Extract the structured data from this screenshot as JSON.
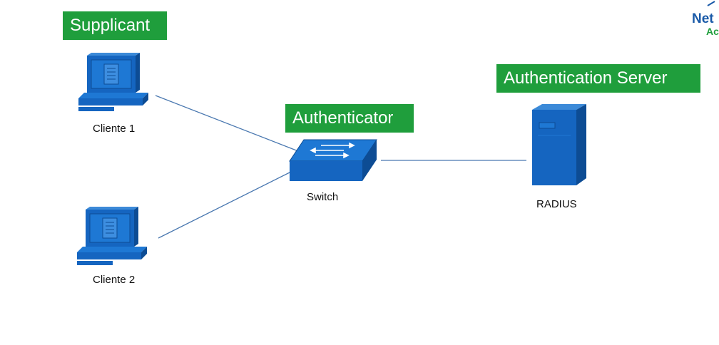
{
  "labels": {
    "supplicant": "Supplicant",
    "authenticator": "Authenticator",
    "auth_server": "Authentication Server"
  },
  "nodes": {
    "client1": "Cliente 1",
    "client2": "Cliente 2",
    "switch": "Switch",
    "radius": "RADIUS"
  },
  "logo": {
    "line1": "Net",
    "line2": "Ac"
  },
  "icons": {
    "client": "desktop-computer-icon",
    "switch": "network-switch-icon",
    "server": "server-tower-icon"
  },
  "colors": {
    "label_bg": "#1f9e3c",
    "label_text": "#ffffff",
    "device_blue": "#1565c0",
    "link_line": "#4a78b0",
    "logo_blue": "#1a5aa8",
    "logo_green": "#1f9e3c"
  }
}
